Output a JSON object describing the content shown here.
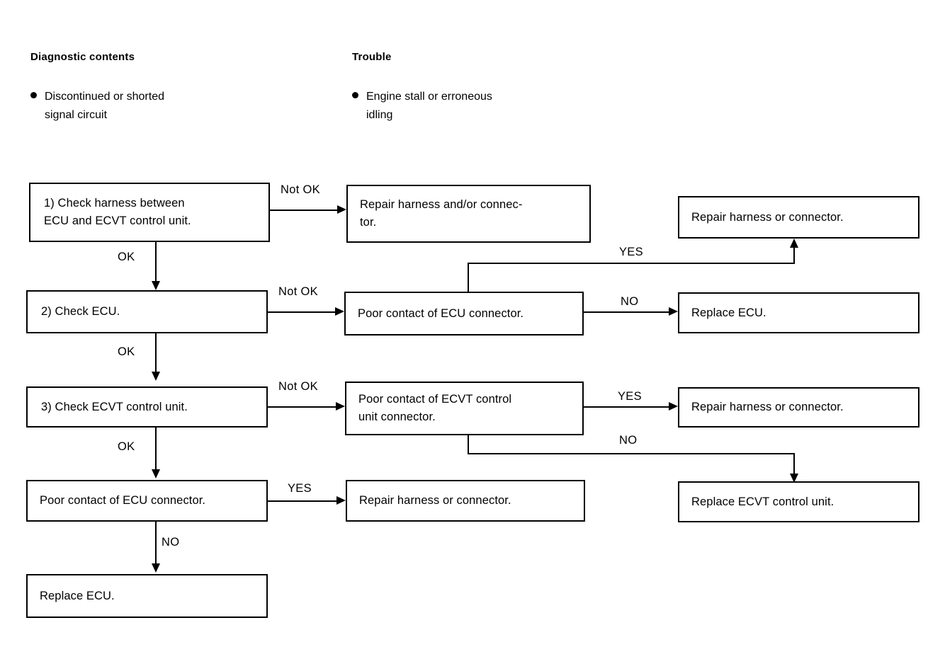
{
  "headers": {
    "diagnostic": "Diagnostic contents",
    "trouble": "Trouble"
  },
  "bullets": {
    "diagnostic": "Discontinued or shorted\nsignal circuit",
    "trouble": "Engine stall or erroneous\nidling"
  },
  "nodes": {
    "step1": "1)   Check harness between\n      ECU and ECVT control unit.",
    "repair1": "Repair  harness  and/or  connec-\ntor.",
    "repair_top_right": "Repair harness or connector.",
    "step2": "2)   Check ECU.",
    "poor_ecu": "Poor contact of ECU connector.",
    "replace_ecu_right": "Replace ECU.",
    "step3": "3)   Check ECVT control unit.",
    "poor_ecvt": "Poor contact of ECVT control\nunit connector.",
    "repair_row3_right": "Repair harness or connector.",
    "poor_ecu_bottom": "Poor contact of ECU connector.",
    "repair_bottom_mid": "Repair harness or connector.",
    "replace_ecvt": "Replace ECVT control unit.",
    "replace_ecu_bottom": "Replace ECU."
  },
  "edges": {
    "not_ok_1": "Not OK",
    "ok_1": "OK",
    "not_ok_2": "Not OK",
    "ok_2": "OK",
    "not_ok_3": "Not OK",
    "ok_3": "OK",
    "yes_top": "YES",
    "no_row2": "NO",
    "yes_row3": "YES",
    "no_row3": "NO",
    "yes_bottom": "YES",
    "no_bottom": "NO"
  },
  "colors": {
    "ink": "#000000",
    "paper": "#ffffff"
  }
}
